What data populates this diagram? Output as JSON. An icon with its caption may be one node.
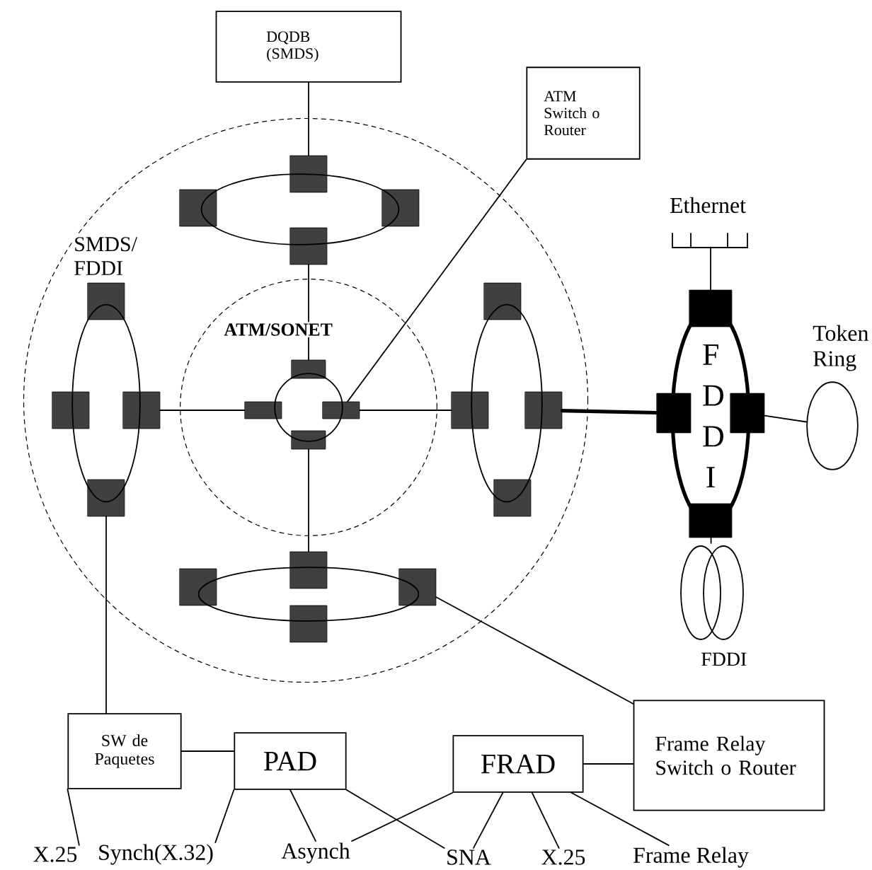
{
  "diagram": {
    "nodes": [
      {
        "text": [
          "DQDB (SMDS)"
        ]
      },
      {
        "text": [
          "ATM Switch o Router"
        ]
      },
      {
        "text": [
          "SMDS/ FDDI"
        ]
      },
      {
        "text": [],
        "shape": "box",
        "in": 2
      },
      {
        "text": [],
        "shape": "box",
        "in": 2
      },
      {
        "text": [],
        "shape": "box",
        "in": 2
      },
      {
        "text": [],
        "shape": "box",
        "in": 2
      },
      {
        "text": [],
        "shape": "box",
        "in": 2
      },
      {
        "text": [],
        "shape": "box",
        "in": 2
      },
      {
        "text": [],
        "shape": "box",
        "in": 2
      },
      {
        "text": [],
        "shape": "box",
        "in": 2
      },
      {
        "text": [
          "ATM/SONET"
        ],
        "in": 2
      },
      {
        "text": [],
        "shape": "box",
        "in": 11
      },
      {
        "text": [],
        "shape": "box",
        "in": 11
      },
      {
        "text": [],
        "shape": "box",
        "in": 11
      },
      {
        "text": [],
        "shape": "box",
        "in": 11
      },
      {
        "text": [],
        "shape": "box",
        "in": 2
      },
      {
        "text": [],
        "shape": "box",
        "in": 2
      },
      {
        "text": [],
        "shape": "box",
        "in": 2
      },
      {
        "text": [],
        "shape": "box",
        "in": 2
      },
      {
        "text": [],
        "shape": "box",
        "in": 2
      },
      {
        "text": [],
        "shape": "box",
        "in": 2
      },
      {
        "text": [],
        "shape": "box",
        "in": 2
      },
      {
        "text": [],
        "shape": "box",
        "in": 2
      },
      {
        "text": [
          "Ethernet"
        ]
      },
      {
        "text": [
          "F D D I"
        ]
      },
      {
        "text": [],
        "shape": "box"
      },
      {
        "text": [],
        "shape": "box"
      },
      {
        "text": [],
        "shape": "box"
      },
      {
        "text": [],
        "shape": "box"
      },
      {
        "text": [],
        "shape": "circle",
        "beside": [
          "Token Ring"
        ]
      },
      {
        "text": [],
        "shape": "circle",
        "beside": [
          "FDDI"
        ]
      },
      {
        "text": [
          "SW de Paquetes"
        ]
      },
      {
        "text": [
          "PAD"
        ]
      },
      {
        "text": [
          "FRAD"
        ]
      },
      {
        "text": [
          "Frame Relay Switch o Router"
        ]
      },
      {
        "text": [
          "X.25"
        ]
      },
      {
        "text": [
          "Synch(X.32)"
        ]
      },
      {
        "text": [
          "Asynch"
        ]
      },
      {
        "text": [
          "SNA"
        ]
      },
      {
        "text": [
          "X.25"
        ]
      },
      {
        "text": [
          "Frame Relay"
        ]
      },
      {
        "text": [],
        "shape": "circle",
        "in": 2
      },
      {
        "text": [],
        "shape": "circle",
        "in": 2
      },
      {
        "text": [],
        "shape": "circle",
        "in": 2
      },
      {
        "text": [],
        "shape": "circle",
        "in": 2
      },
      {
        "text": [],
        "shape": "circle",
        "in": 11
      }
    ],
    "edges": [
      {
        "from": 0,
        "to": 3,
        "arrow": "none"
      },
      {
        "from": 6,
        "to": 12,
        "arrow": "none"
      },
      {
        "from": 9,
        "to": 13,
        "arrow": "none"
      },
      {
        "from": 14,
        "to": 17,
        "arrow": "none"
      },
      {
        "from": 15,
        "to": 20,
        "arrow": "none"
      },
      {
        "from": 1,
        "to": 14,
        "arrow": "none"
      },
      {
        "from": 18,
        "to": 27,
        "arrow": "none",
        "style": "thick"
      },
      {
        "from": 24,
        "to": 26,
        "arrow": "none"
      },
      {
        "from": 28,
        "to": 30,
        "arrow": "none"
      },
      {
        "from": 29,
        "to": 31,
        "arrow": "none"
      },
      {
        "from": 10,
        "to": 32,
        "arrow": "none"
      },
      {
        "from": 22,
        "to": 35,
        "arrow": "none"
      },
      {
        "from": 32,
        "to": 33,
        "arrow": "none"
      },
      {
        "from": 34,
        "to": 35,
        "arrow": "none"
      },
      {
        "from": 32,
        "to": 36,
        "arrow": "none"
      },
      {
        "from": 33,
        "to": 37,
        "arrow": "none"
      },
      {
        "from": 33,
        "to": 38,
        "arrow": "none"
      },
      {
        "from": 33,
        "to": 39,
        "arrow": "none"
      },
      {
        "from": 34,
        "to": 38,
        "arrow": "none"
      },
      {
        "from": 34,
        "to": 39,
        "arrow": "none"
      },
      {
        "from": 34,
        "to": 40,
        "arrow": "none"
      },
      {
        "from": 34,
        "to": 41,
        "arrow": "none"
      }
    ]
  }
}
